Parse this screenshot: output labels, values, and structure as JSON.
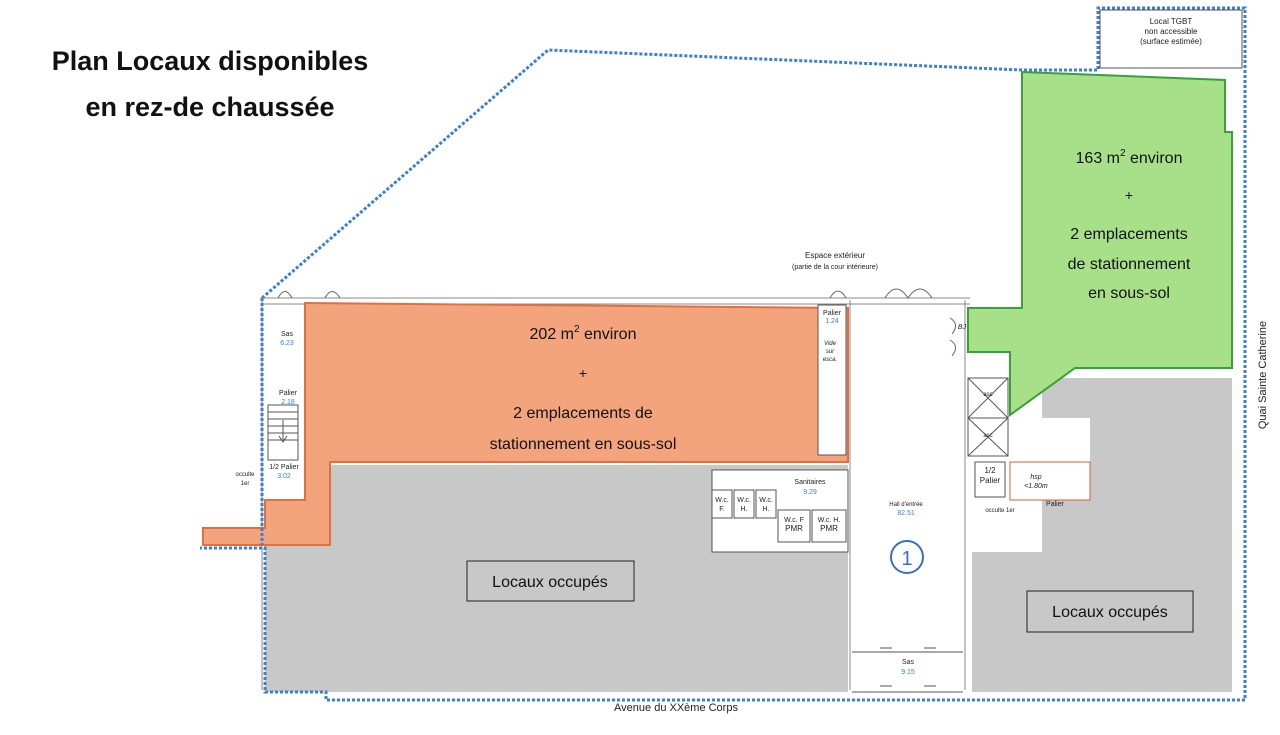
{
  "title": {
    "line1": "Plan Locaux disponibles",
    "line2": "en rez-de chaussée"
  },
  "zones": {
    "orange": {
      "area": "202 m",
      "sup": "2",
      "area_suffix": " environ",
      "plus": "+",
      "line1": "2 emplacements de",
      "line2": "stationnement en sous-sol",
      "color": "#f4a47c"
    },
    "green": {
      "area": "163 m",
      "sup": "2",
      "area_suffix": " environ",
      "plus": "+",
      "line1": "2 emplacements",
      "line2": "de stationnement",
      "line3": "en sous-sol",
      "color": "#a8e08a"
    },
    "occupied": {
      "label_left": "Locaux occupés",
      "label_right": "Locaux occupés",
      "color": "#c8c8c8"
    }
  },
  "labels": {
    "tgbt": [
      "Local TGBT",
      "non accessible",
      "(surface estimée)"
    ],
    "espace": [
      "Espace extérieur",
      "(partie de la cour intérieure)"
    ],
    "street_bottom": "Avenue  du  XXème Corps",
    "street_right": "Quai  Sainte  Catherine",
    "sas_left": [
      "Sas",
      "6.23"
    ],
    "palier_left": [
      "Palier",
      "2.18"
    ],
    "half_palier": [
      "1/2 Palier",
      "3.02"
    ],
    "occulte_left": [
      "occulte",
      "1er"
    ],
    "palier_mid": [
      "Palier",
      "1.24"
    ],
    "vide": [
      "Vide",
      "sur",
      "esca."
    ],
    "sanitaires": [
      "Sanitaires",
      "9.29"
    ],
    "wc_f": [
      "W.c.",
      "F."
    ],
    "wc_h1": [
      "W.c.",
      "H."
    ],
    "wc_h2": [
      "W.c.",
      "H."
    ],
    "wc_f_pmr": [
      "W.c. F",
      "PMR"
    ],
    "wc_h_pmr": [
      "W.c. H.",
      "PMR"
    ],
    "hall": [
      "Hall d'entrée",
      "82.51"
    ],
    "circle": "1",
    "half_palier_right": [
      "1/2",
      "Palier"
    ],
    "hsp": [
      "hsp",
      "<1.80m"
    ],
    "palier_right": "Palier",
    "occulte_right": "occulte 1er",
    "sas_bottom": [
      "Sas",
      "9.15"
    ],
    "asc_1": "asc",
    "asc_2": "asc",
    "bj": "BJ"
  }
}
